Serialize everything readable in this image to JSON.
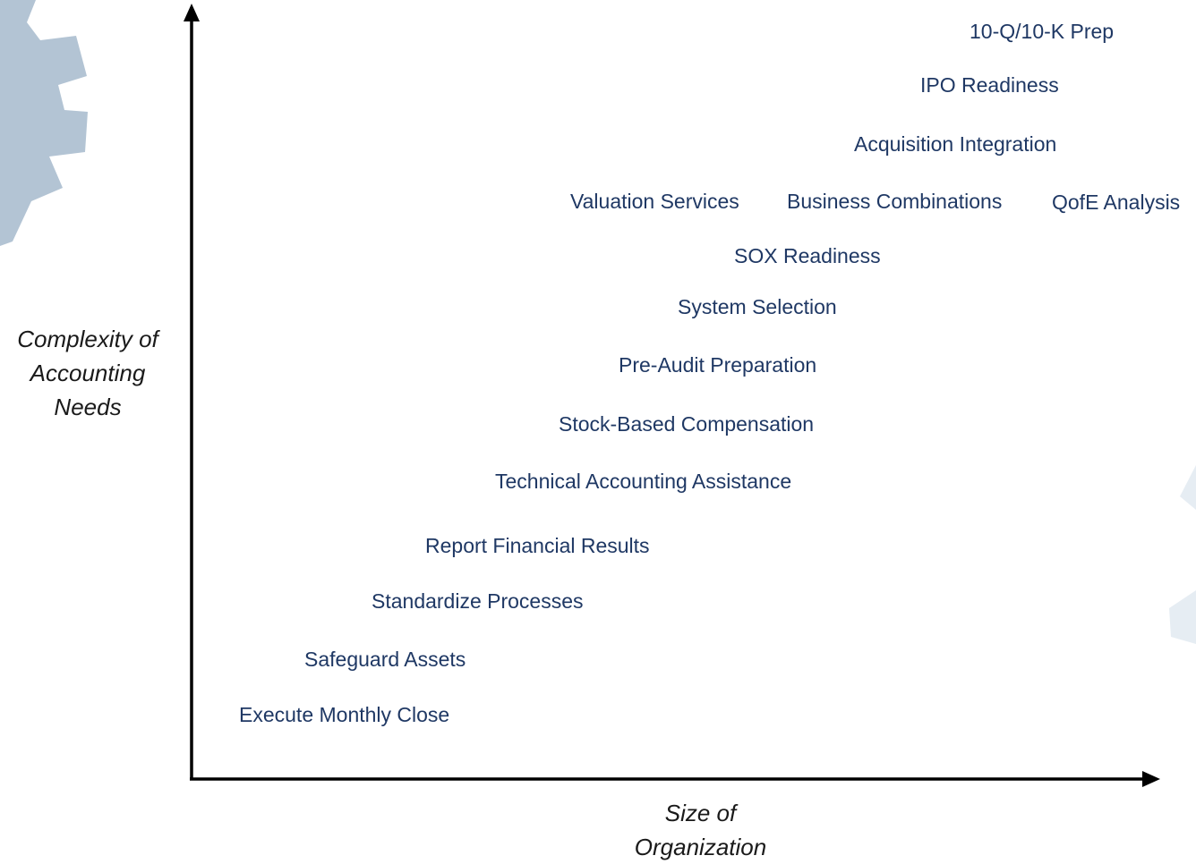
{
  "y_axis_label": "Complexity of\nAccounting\nNeeds",
  "x_axis_label": "Size of\nOrganization",
  "colors": {
    "item_text": "#1f3864",
    "gear": "#b3c4d4"
  },
  "services": [
    "10-Q/10-K Prep",
    "IPO Readiness",
    "Acquisition Integration",
    "Valuation Services",
    "Business Combinations",
    "QofE Analysis",
    "SOX Readiness",
    "System Selection",
    "Pre-Audit Preparation",
    "Stock-Based Compensation",
    "Technical Accounting Assistance",
    "Report Financial Results",
    "Standardize Processes",
    "Safeguard Assets",
    "Execute Monthly Close"
  ]
}
